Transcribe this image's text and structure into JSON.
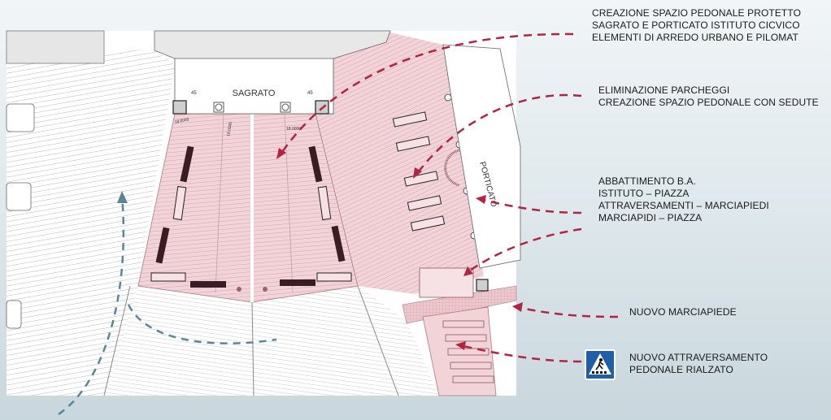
{
  "plan_labels": {
    "sagrato": "SAGRATO",
    "porticato": "PORTICATO",
    "dim_45_left": "45",
    "dim_45_right": "45",
    "dim_slope_left": "18.0000",
    "dim_slope_mid": "18.0000",
    "dim_slope_right": "18.0000"
  },
  "annotations": [
    {
      "lines": [
        "CREAZIONE SPAZIO PEDONALE PROTETTO",
        "SAGRATO E PORTICATO ISTITUTO CICVICO",
        "ELEMENTI DI ARREDO URBANO E PILOMAT"
      ]
    },
    {
      "lines": [
        "ELIMINAZIONE PARCHEGGI",
        "CREAZIONE SPAZIO PEDONALE CON SEDUTE"
      ]
    },
    {
      "lines": [
        "ABBATTIMENTO B.A.",
        "ISTITUTO – PIAZZA",
        "ATTRAVERSAMENTI – MARCIAPIEDI",
        "MARCIAPIDI – PIAZZA"
      ]
    },
    {
      "lines": [
        "NUOVO MARCIAPIEDE"
      ]
    },
    {
      "lines": [
        "NUOVO ATTRAVERSAMENTO",
        "PEDONALE RIALZATO"
      ]
    }
  ],
  "icons": {
    "crossing_sign": "pedestrian-crossing-sign-icon"
  },
  "colors": {
    "pedestrian_area": "#f2d3d8",
    "arrow_red": "#b0253f",
    "arrow_blue": "#5a8598",
    "sign_blue": "#1f5fa8"
  }
}
